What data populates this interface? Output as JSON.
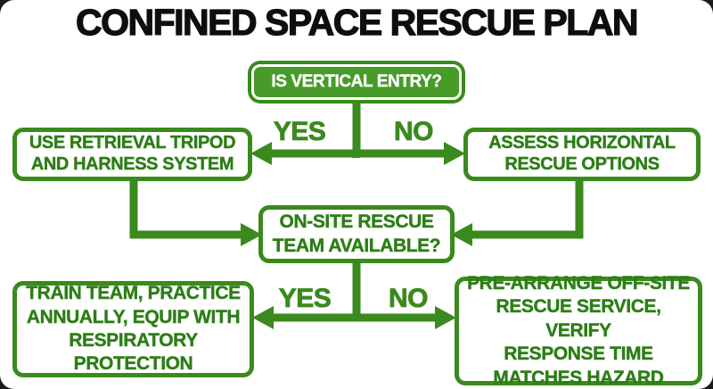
{
  "title": "CONFINED SPACE RESCUE PLAN",
  "colors": {
    "green": "#3a8a1d",
    "fill": "#479b28",
    "text": "#2c7e16",
    "ink": "#0e0e0e"
  },
  "nodes": {
    "decision_entry": "IS VERTICAL ENTRY?",
    "tripod": "USE RETRIEVAL TRIPOD\nAND HARNESS SYSTEM",
    "horizontal": "ASSESS HORIZONTAL\nRESCUE OPTIONS",
    "decision_team": "ON-SITE RESCUE\nTEAM AVAILABLE?",
    "train": "TRAIN TEAM, PRACTICE\nANNUALLY, EQUIP WITH\nRESPIRATORY PROTECTION",
    "prearrange": "PRE-ARRANGE OFF-SITE\nRESCUE SERVICE, VERIFY\nRESPONSE TIME\nMATCHES HAZARD"
  },
  "edge_labels": {
    "entry_yes": "YES",
    "entry_no": "NO",
    "team_yes": "YES",
    "team_no": "NO"
  },
  "edges": [
    {
      "from": "decision_entry",
      "to": "tripod",
      "label": "YES"
    },
    {
      "from": "decision_entry",
      "to": "horizontal",
      "label": "NO"
    },
    {
      "from": "tripod",
      "to": "decision_team",
      "label": ""
    },
    {
      "from": "horizontal",
      "to": "decision_team",
      "label": ""
    },
    {
      "from": "decision_team",
      "to": "train",
      "label": "YES"
    },
    {
      "from": "decision_team",
      "to": "prearrange",
      "label": "NO"
    }
  ]
}
